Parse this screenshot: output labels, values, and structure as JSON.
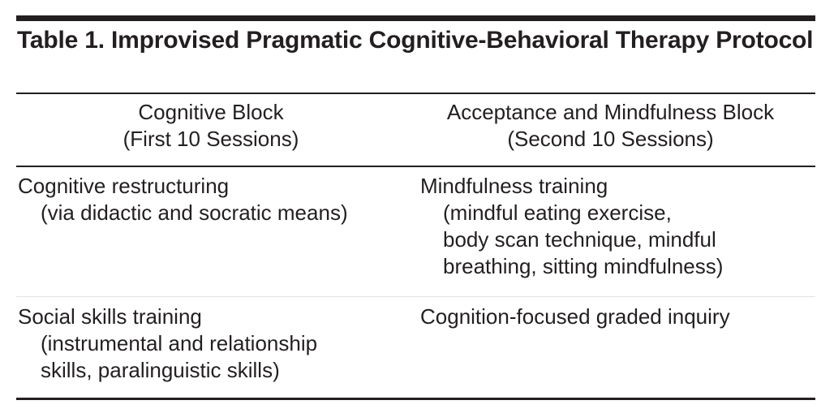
{
  "figure": {
    "label": "Table 1.",
    "title_lines": [
      "Table 1. Improvised Pragmatic Cognitive-Behavioral Therapy",
      "Protocol"
    ],
    "title_full": "Table 1. Improvised Pragmatic Cognitive-Behavioral Therapy Protocol"
  },
  "colors": {
    "rule_dark": "#231f20",
    "rule_light": "#e3e3e3",
    "text": "#231f20",
    "background": "#ffffff"
  },
  "table": {
    "columns": [
      {
        "id": "cognitive-block",
        "header_lines": [
          "Cognitive Block",
          "(First 10 Sessions)"
        ],
        "header_title": "Cognitive Block",
        "header_subtitle": "(First 10 Sessions)",
        "session_count": "10",
        "session_order": "First"
      },
      {
        "id": "acceptance-mindfulness-block",
        "header_lines": [
          "Acceptance and Mindfulness Block",
          "(Second 10 Sessions)"
        ],
        "header_title": "Acceptance and Mindfulness Block",
        "header_subtitle": "(Second 10 Sessions)",
        "session_count": "10",
        "session_order": "Second"
      }
    ],
    "rows": [
      {
        "id": "row-1",
        "cells": [
          {
            "entry": "Cognitive restructuring (via didactic and socratic means)",
            "lines": [
              {
                "text": "Cognitive restructuring",
                "indent": false
              },
              {
                "text": "(via didactic and socratic means)",
                "indent": true
              }
            ]
          },
          {
            "entry": "Mindfulness training (mindful eating exercise, body scan technique, mindful breathing, sitting mindfulness)",
            "lines": [
              {
                "text": "Mindfulness training",
                "indent": false
              },
              {
                "text": "(mindful eating exercise,",
                "indent": true
              },
              {
                "text": "body scan technique, mindful",
                "indent": true
              },
              {
                "text": "breathing, sitting mindfulness)",
                "indent": true
              }
            ]
          }
        ]
      },
      {
        "id": "row-2",
        "cells": [
          {
            "entry": "Social skills training (instrumental and relationship skills, paralinguistic skills)",
            "lines": [
              {
                "text": "Social skills training",
                "indent": false
              },
              {
                "text": "(instrumental and relationship",
                "indent": true
              },
              {
                "text": "skills, paralinguistic skills)",
                "indent": true
              }
            ]
          },
          {
            "entry": "Cognition-focused graded inquiry",
            "lines": [
              {
                "text": "Cognition-focused graded inquiry",
                "indent": false
              }
            ]
          }
        ]
      }
    ]
  }
}
